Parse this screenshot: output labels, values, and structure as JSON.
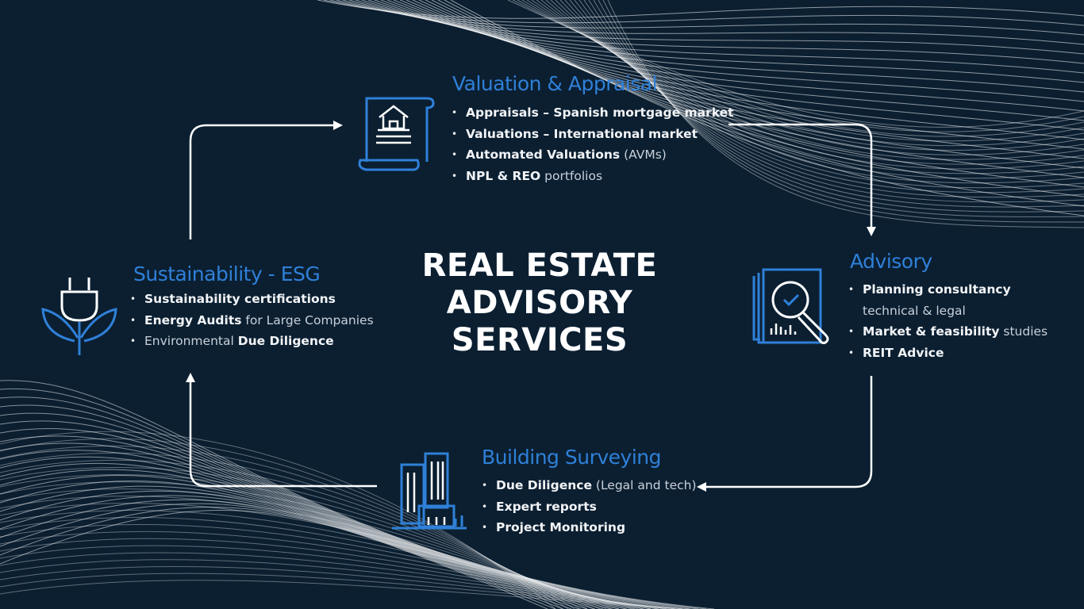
{
  "title": [
    "REAL ESTATE",
    "ADVISORY",
    "SERVICES"
  ],
  "colors": {
    "background": "#0b1f31",
    "accent": "#2f80d8",
    "text": "#ffffff"
  },
  "valuation": {
    "heading": "Valuation & Appraisal",
    "icon": "document-house-icon",
    "items": [
      {
        "bold": "Appraisals – Spanish mortgage market",
        "light": ""
      },
      {
        "bold": "Valuations – International market",
        "light": ""
      },
      {
        "bold": "Automated Valuations",
        "light": " (AVMs)"
      },
      {
        "bold": "NPL & REO",
        "light": " portfolios"
      }
    ]
  },
  "sustainability": {
    "heading": "Sustainability - ESG",
    "icon": "plug-leaf-icon",
    "items": [
      {
        "pre": "",
        "bold": "Sustainability certifications",
        "light": ""
      },
      {
        "pre": "",
        "bold": "Energy Audits",
        "light": " for Large Companies"
      },
      {
        "pre": "Environmental ",
        "bold": "Due Diligence",
        "light": ""
      }
    ]
  },
  "advisory": {
    "heading": "Advisory",
    "icon": "magnifier-report-icon",
    "items": [
      {
        "bold": "Planning consultancy",
        "light": "",
        "sub": "technical & legal"
      },
      {
        "bold": "Market & feasibility",
        "light": " studies",
        "sub": ""
      },
      {
        "bold": "REIT Advice",
        "light": "",
        "sub": ""
      }
    ]
  },
  "surveying": {
    "heading": "Building Surveying",
    "icon": "buildings-icon",
    "items": [
      {
        "bold": "Due Diligence",
        "light": " (Legal and tech)"
      },
      {
        "bold": "Expert reports",
        "light": ""
      },
      {
        "bold": "Project Monitoring",
        "light": ""
      }
    ]
  }
}
